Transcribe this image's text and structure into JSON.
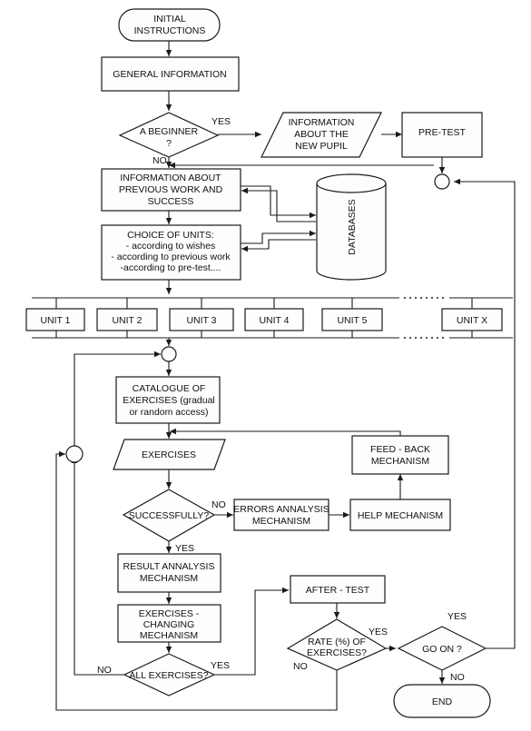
{
  "nodes": {
    "initial": [
      "INITIAL",
      "INSTRUCTIONS"
    ],
    "general": [
      "GENERAL INFORMATION"
    ],
    "beginner": [
      "A BEGINNER",
      "?"
    ],
    "info_pupil": [
      "INFORMATION",
      "ABOUT THE",
      "NEW PUPIL"
    ],
    "pretest": [
      "PRE-TEST"
    ],
    "info_prev": [
      "INFORMATION ABOUT",
      "PREVIOUS WORK AND",
      "SUCCESS"
    ],
    "choice": [
      "CHOICE OF UNITS:",
      "- according to wishes",
      "- according to previous work",
      "-according to pre-test...."
    ],
    "databases": [
      "DATABASES"
    ],
    "units": [
      "UNIT 1",
      "UNIT 2",
      "UNIT 3",
      "UNIT 4",
      "UNIT 5",
      "UNIT X"
    ],
    "catalogue": [
      "CATALOGUE OF",
      "EXERCISES (gradual",
      "or random access)"
    ],
    "exercises": [
      "EXERCISES"
    ],
    "feedback": [
      "FEED - BACK",
      "MECHANISM"
    ],
    "successfully": [
      "SUCCESSFULLY?"
    ],
    "errors": [
      "ERRORS ANNALYSIS",
      "MECHANISM"
    ],
    "help": [
      "HELP MECHANISM"
    ],
    "result": [
      "RESULT ANNALYSIS",
      "MECHANISM"
    ],
    "after": [
      "AFTER - TEST"
    ],
    "changing": [
      "EXERCISES -",
      "CHANGING",
      "MECHANISM"
    ],
    "rate": [
      "RATE (%) OF",
      "EXERCISES?"
    ],
    "all_ex": [
      "ALL EXERCISES?"
    ],
    "goon": [
      "GO ON ?"
    ],
    "end": [
      "END"
    ]
  },
  "labels": {
    "yes": "YES",
    "no": "NO"
  }
}
